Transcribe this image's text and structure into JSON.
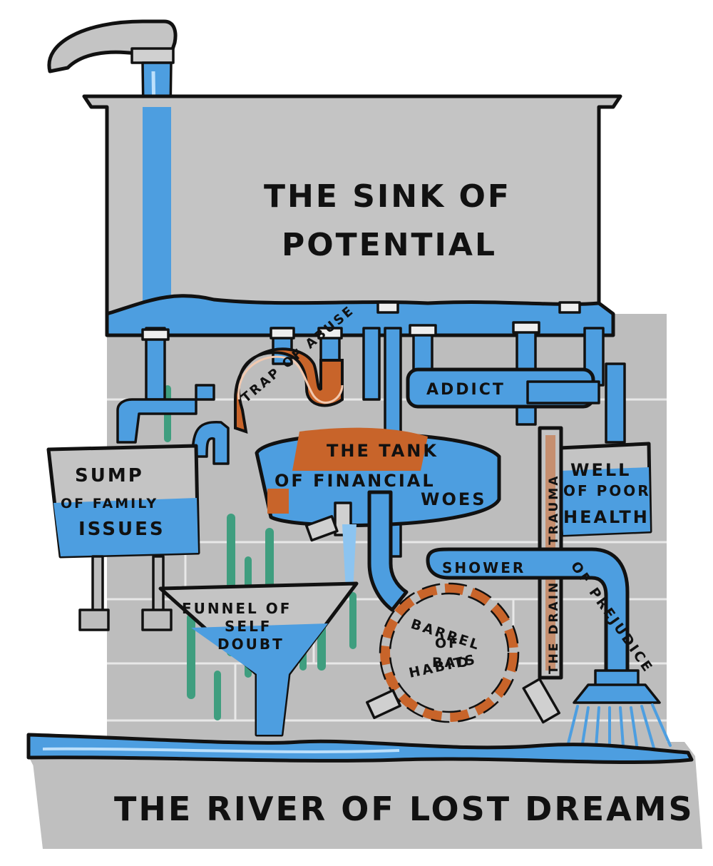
{
  "colors": {
    "background": "#ffffff",
    "wall_grey": "#bdbdbd",
    "sink_grey": "#c4c4c4",
    "water_blue": "#4d9ee0",
    "water_light": "#8cc4f0",
    "rust": "#c8642a",
    "algae_green": "#3f9e7f",
    "ink": "#111111"
  },
  "title": {
    "line1": "THE SINK OF",
    "line2": "POTENTIAL"
  },
  "river": {
    "label": "THE RIVER OF LOST DREAMS"
  },
  "labels": {
    "trap": "TRAP OF ABUSE",
    "addict": "ADDICT",
    "tank": {
      "line1": "THE TANK",
      "line2": "OF FINANCIAL",
      "line3": "WOES"
    },
    "sump": {
      "line1": "SUMP",
      "line2": "OF FAMILY",
      "line3": "ISSUES"
    },
    "well": {
      "line1": "WELL",
      "line2": "OF POOR",
      "line3": "HEALTH"
    },
    "funnel": {
      "line1": "FUNNEL OF",
      "line2": "SELF",
      "line3": "DOUBT"
    },
    "shower": "SHOWER",
    "prejudice": "OF PREJUDICE",
    "drain": "THE DRAIN OF TRAUMA",
    "barrel": {
      "line1": "BARREL",
      "line2": "OF",
      "line3": "BAD",
      "line4": "HABITS"
    }
  },
  "icons": {
    "faucet": "faucet-icon",
    "shower_head": "shower-head-icon",
    "valve": "valve-handle-icon"
  }
}
